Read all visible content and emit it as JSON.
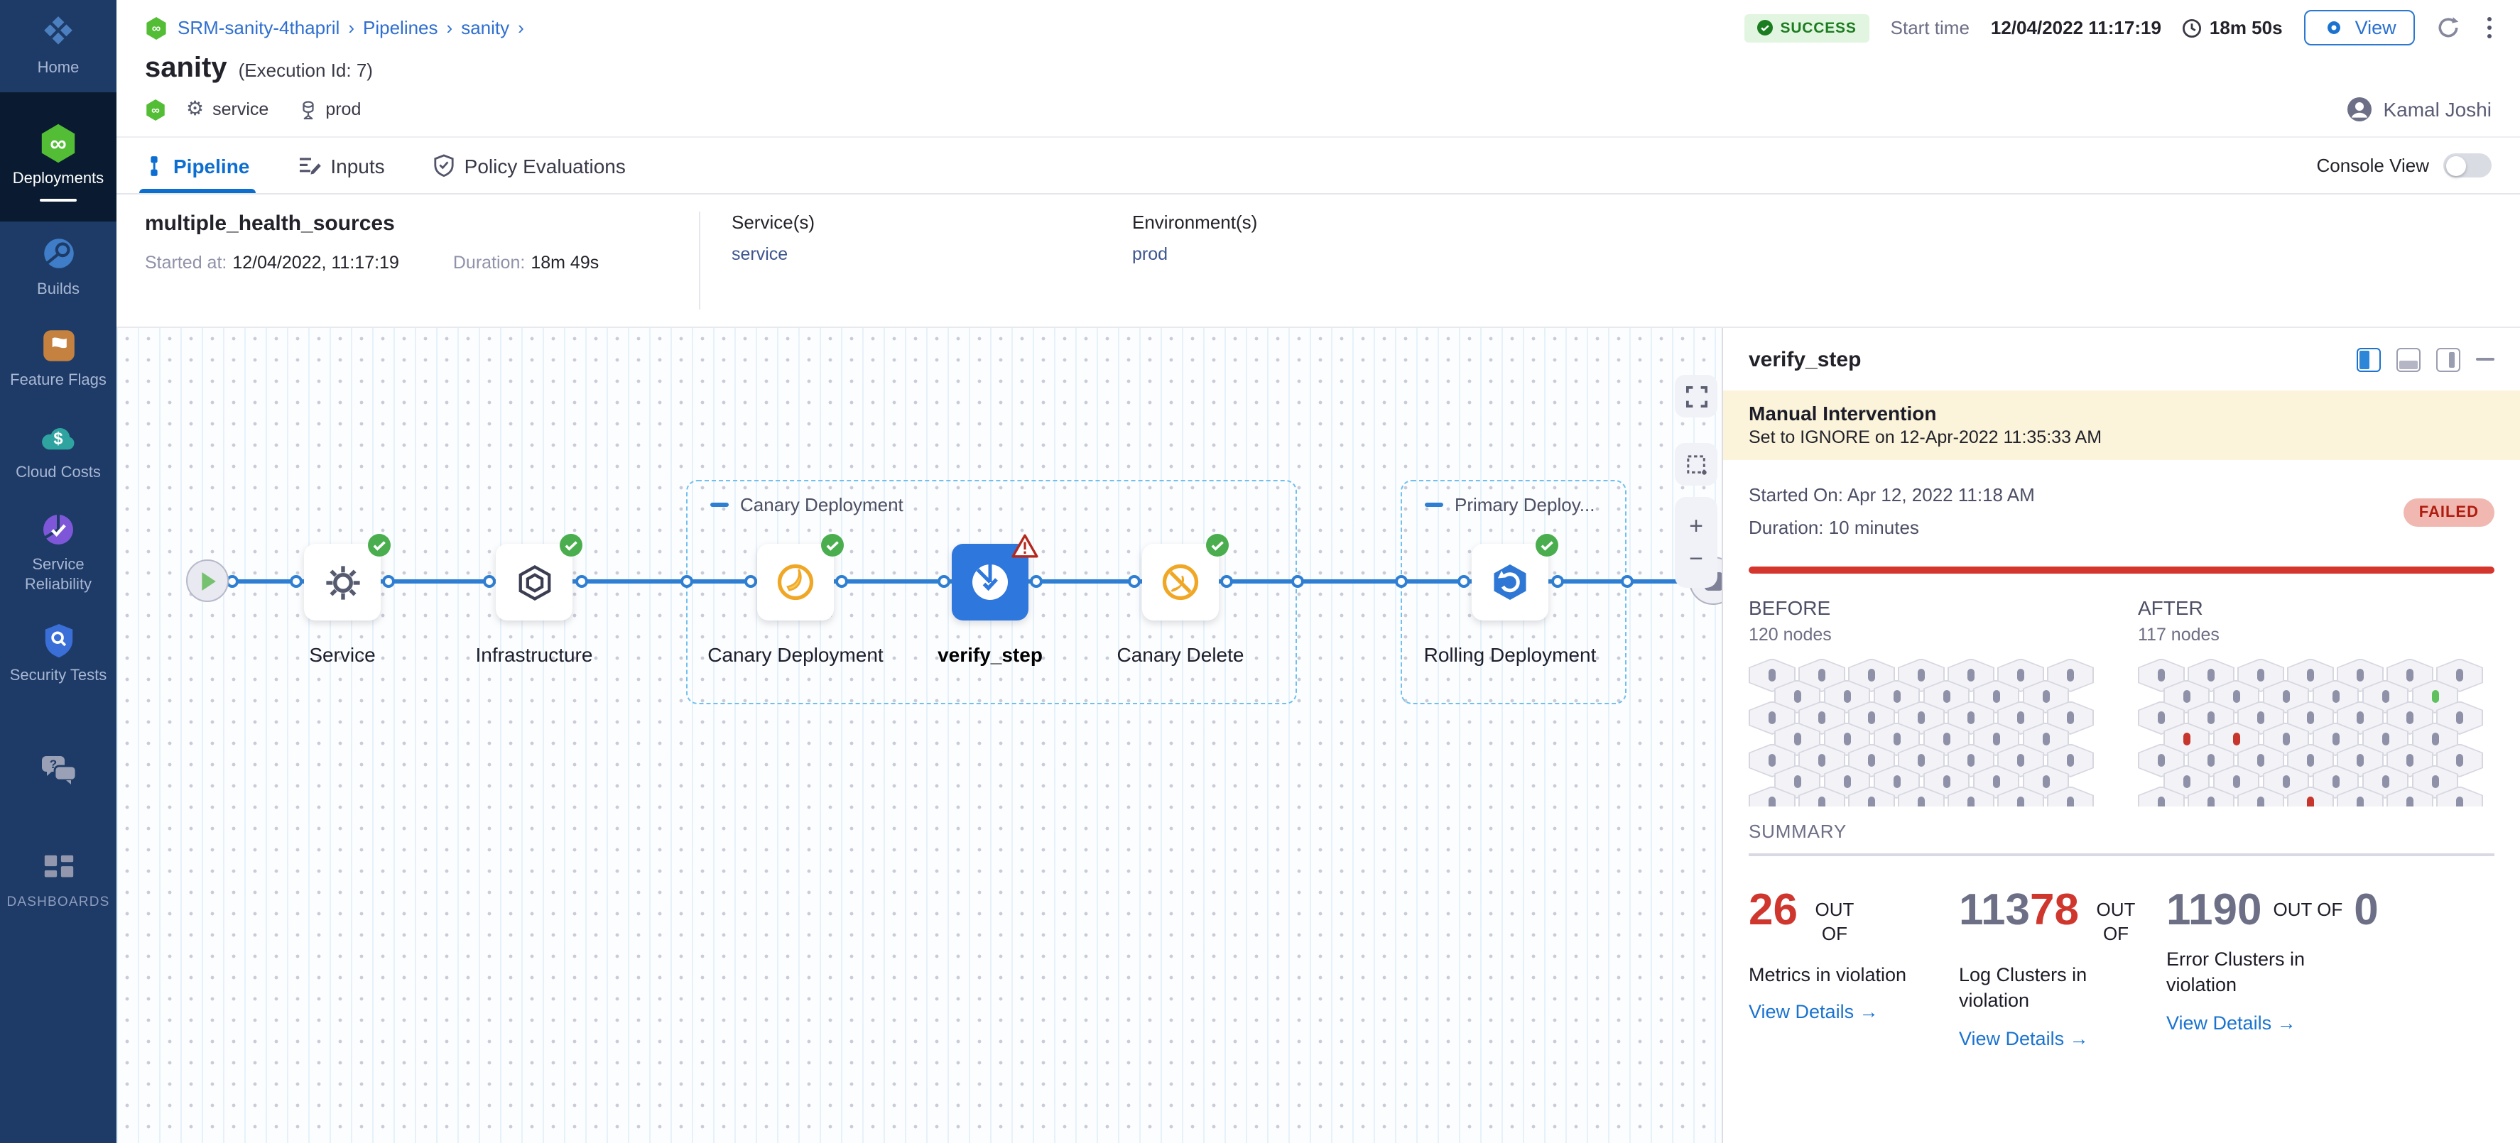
{
  "sidebar": {
    "items": [
      {
        "id": "home",
        "label": "Home",
        "icon": "home-icon",
        "active": false
      },
      {
        "id": "deployments",
        "label": "Deployments",
        "icon": "deployments-icon",
        "active": true
      },
      {
        "id": "builds",
        "label": "Builds",
        "icon": "builds-icon",
        "active": false
      },
      {
        "id": "feature-flags",
        "label": "Feature Flags",
        "icon": "feature-flags-icon",
        "active": false
      },
      {
        "id": "cloud-costs",
        "label": "Cloud Costs",
        "icon": "cloud-costs-icon",
        "active": false
      },
      {
        "id": "service-reliability",
        "label": "Service Reliability",
        "icon": "service-reliability-icon",
        "active": false
      },
      {
        "id": "security-tests",
        "label": "Security Tests",
        "icon": "security-tests-icon",
        "active": false
      },
      {
        "id": "chat",
        "label": "",
        "icon": "chat-icon",
        "active": false
      },
      {
        "id": "dashboards",
        "label": "DASHBOARDS",
        "icon": "dashboards-icon",
        "active": false
      }
    ]
  },
  "header": {
    "breadcrumb": {
      "project": "SRM-sanity-4thapril",
      "section": "Pipelines",
      "page": "sanity",
      "separator": "›"
    },
    "status": "SUCCESS",
    "start_time_label": "Start time",
    "start_time": "12/04/2022 11:17:19",
    "duration": "18m 50s",
    "view_button": "View",
    "title": "sanity",
    "execution_id": "(Execution Id: 7)",
    "service_chip": "service",
    "env_chip": "prod",
    "user": "Kamal Joshi"
  },
  "tabs": {
    "items": [
      {
        "label": "Pipeline",
        "active": true
      },
      {
        "label": "Inputs",
        "active": false
      },
      {
        "label": "Policy Evaluations",
        "active": false
      }
    ],
    "console_view_label": "Console View",
    "console_view_on": false
  },
  "stage": {
    "name": "multiple_health_sources",
    "started_label": "Started at:",
    "started": "12/04/2022, 11:17:19",
    "duration_label": "Duration:",
    "duration": "18m 49s",
    "services_label": "Service(s)",
    "service": "service",
    "environments_label": "Environment(s)",
    "environment": "prod"
  },
  "pipeline": {
    "groups": [
      {
        "label": "Canary Deployment"
      },
      {
        "label": "Primary Deploy..."
      }
    ],
    "nodes": [
      {
        "label": "Service",
        "status": "success"
      },
      {
        "label": "Infrastructure",
        "status": "success"
      },
      {
        "label": "Canary Deployment",
        "status": "success"
      },
      {
        "label": "verify_step",
        "status": "warning",
        "selected": true
      },
      {
        "label": "Canary Delete",
        "status": "success"
      },
      {
        "label": "Rolling Deployment",
        "status": "success"
      }
    ]
  },
  "panel": {
    "title": "verify_step",
    "banner": {
      "title": "Manual Intervention",
      "message": "Set to IGNORE on 12-Apr-2022 11:35:33 AM"
    },
    "started_on": "Started On: Apr 12, 2022 11:18 AM",
    "duration": "Duration: 10 minutes",
    "status": "FAILED",
    "before": {
      "label": "BEFORE",
      "nodes": "120 nodes",
      "specials": []
    },
    "after": {
      "label": "AFTER",
      "nodes": "117 nodes",
      "specials": [
        {
          "row": 1,
          "col": 5,
          "color": "#5fc05f"
        },
        {
          "row": 3,
          "col": 0,
          "color": "#c6362c"
        },
        {
          "row": 3,
          "col": 1,
          "color": "#c6362c"
        },
        {
          "row": 6,
          "col": 3,
          "color": "#c6362c"
        }
      ]
    },
    "summary_label": "SUMMARY",
    "stats": [
      {
        "parts": [
          {
            "text": "26",
            "color": "#cf372e"
          }
        ],
        "suffix": "OUT OF",
        "tail": "",
        "label": "Metrics in violation",
        "link": "View Details",
        "label_width": 146
      },
      {
        "parts": [
          {
            "text": "113",
            "color": "#6d6f86"
          },
          {
            "text": "78",
            "color": "#cf372e"
          }
        ],
        "suffix": "OUT OF",
        "tail": "",
        "label": "Log Clusters in violation",
        "link": "View Details",
        "label_width": 110
      },
      {
        "parts": [
          {
            "text": "1190",
            "color": "#6d6f86"
          }
        ],
        "suffix": "OUT OF",
        "tail": "0",
        "label": "Error Clusters in violation",
        "link": "View Details",
        "label_width": 122
      }
    ]
  },
  "colors": {
    "accent": "#0d6ed1",
    "success": "#42a33f",
    "error": "#d4352c",
    "sidebar_bg": "#1d3b66",
    "banner_bg": "#fbf4db"
  }
}
